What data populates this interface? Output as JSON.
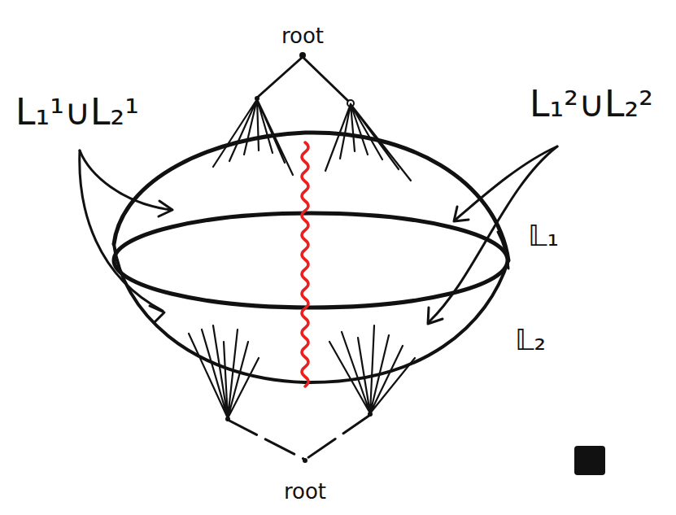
{
  "diagram": {
    "labels": [
      "root",
      "L₁¹∪L₂¹",
      "L₁²∪L₂²",
      "𝕃₁",
      "𝕃₂",
      "root"
    ]
  }
}
